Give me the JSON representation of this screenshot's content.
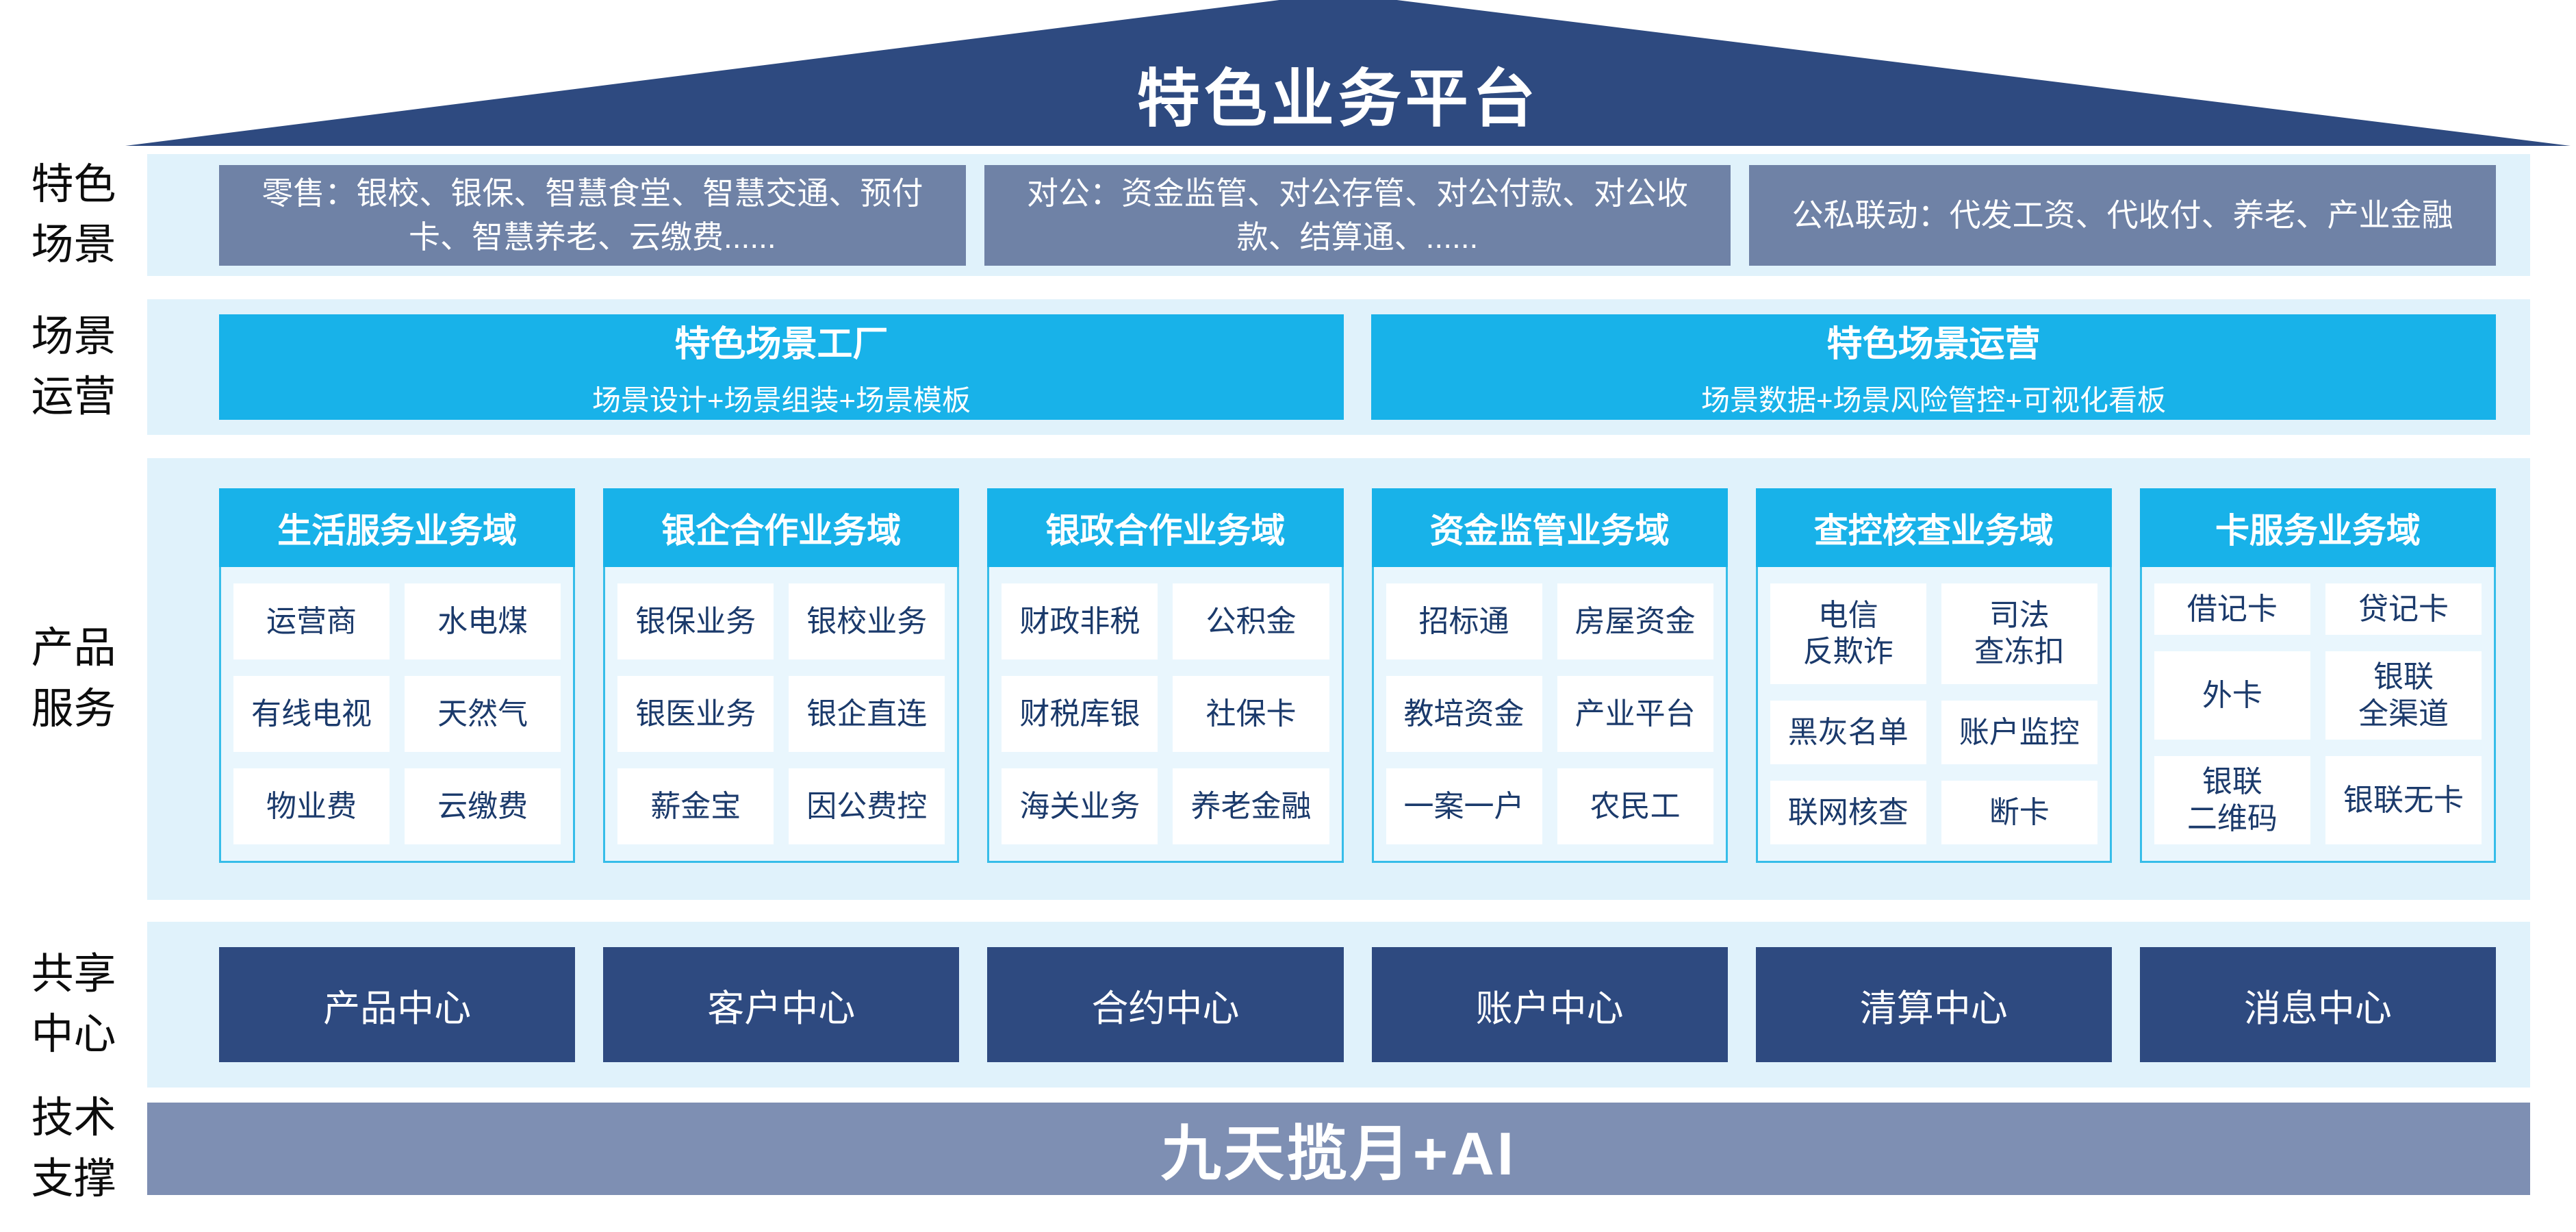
{
  "roof": {
    "title": "特色业务平台"
  },
  "side_labels": [
    {
      "label": "特色\n场景"
    },
    {
      "label": "场景\n运营"
    },
    {
      "label": "产品\n服务"
    },
    {
      "label": "共享\n中心"
    },
    {
      "label": "技术\n支撑"
    }
  ],
  "scene_row": {
    "boxes": [
      "零售：银校、银保、智慧食堂、智慧交通、预付卡、智慧养老、云缴费......",
      "对公：资金监管、对公存管、对公付款、对公收款、结算通、......",
      "公私联动：代发工资、代收付、养老、产业金融"
    ]
  },
  "operation_row": {
    "boxes": [
      {
        "title": "特色场景工厂",
        "subtitle": "场景设计+场景组装+场景模板"
      },
      {
        "title": "特色场景运营",
        "subtitle": "场景数据+场景风险管控+可视化看板"
      }
    ]
  },
  "product_row": {
    "columns": [
      {
        "title": "生活服务业务域",
        "items": [
          "运营商",
          "水电煤",
          "有线电视",
          "天然气",
          "物业费",
          "云缴费"
        ]
      },
      {
        "title": "银企合作业务域",
        "items": [
          "银保业务",
          "银校业务",
          "银医业务",
          "银企直连",
          "薪金宝",
          "因公费控"
        ]
      },
      {
        "title": "银政合作业务域",
        "items": [
          "财政非税",
          "公积金",
          "财税库银",
          "社保卡",
          "海关业务",
          "养老金融"
        ]
      },
      {
        "title": "资金监管业务域",
        "items": [
          "招标通",
          "房屋资金",
          "教培资金",
          "产业平台",
          "一案一户",
          "农民工"
        ]
      },
      {
        "title": "查控核查业务域",
        "items": [
          "电信\n反欺诈",
          "司法\n查冻扣",
          "黑灰名单",
          "账户监控",
          "联网核查",
          "断卡"
        ]
      },
      {
        "title": "卡服务业务域",
        "items": [
          "借记卡",
          "贷记卡",
          "外卡",
          "银联\n全渠道",
          "银联\n二维码",
          "银联无卡"
        ]
      }
    ]
  },
  "center_row": {
    "boxes": [
      "产品中心",
      "客户中心",
      "合约中心",
      "账户中心",
      "清算中心",
      "消息中心"
    ]
  },
  "tech_row": {
    "label": "九天揽月+AI"
  },
  "colors": {
    "navy": "#2e4a80",
    "slate_box": "#6f82a6",
    "slate_bar": "#7e8fb3",
    "cyan": "#18b2e9",
    "band_light_blue": "#e0f2fb",
    "panel_light_blue": "#e9f6fd",
    "panel_border_cyan": "#36bde9",
    "cell_text_navy": "#1b3a6b"
  }
}
